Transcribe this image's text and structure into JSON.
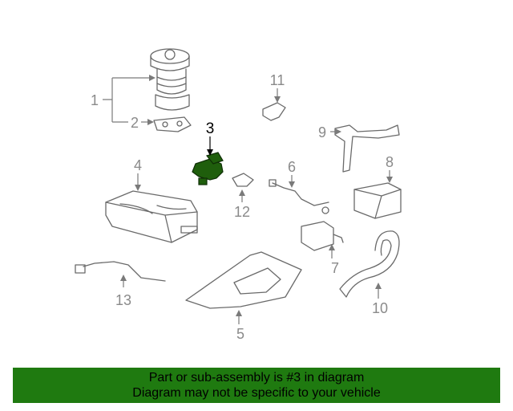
{
  "callouts": {
    "c1": "1",
    "c2": "2",
    "c3": "3",
    "c4": "4",
    "c5": "5",
    "c6": "6",
    "c7": "7",
    "c8": "8",
    "c9": "9",
    "c10": "10",
    "c11": "11",
    "c12": "12",
    "c13": "13"
  },
  "highlighted_part": "3",
  "colors": {
    "highlight": "#1f5e0c",
    "banner": "#1f7a10",
    "linework": "#6a6a6a"
  },
  "banner": {
    "line1": "Part or sub-assembly is #3 in diagram",
    "line2": "Diagram may not be specific to your vehicle"
  }
}
